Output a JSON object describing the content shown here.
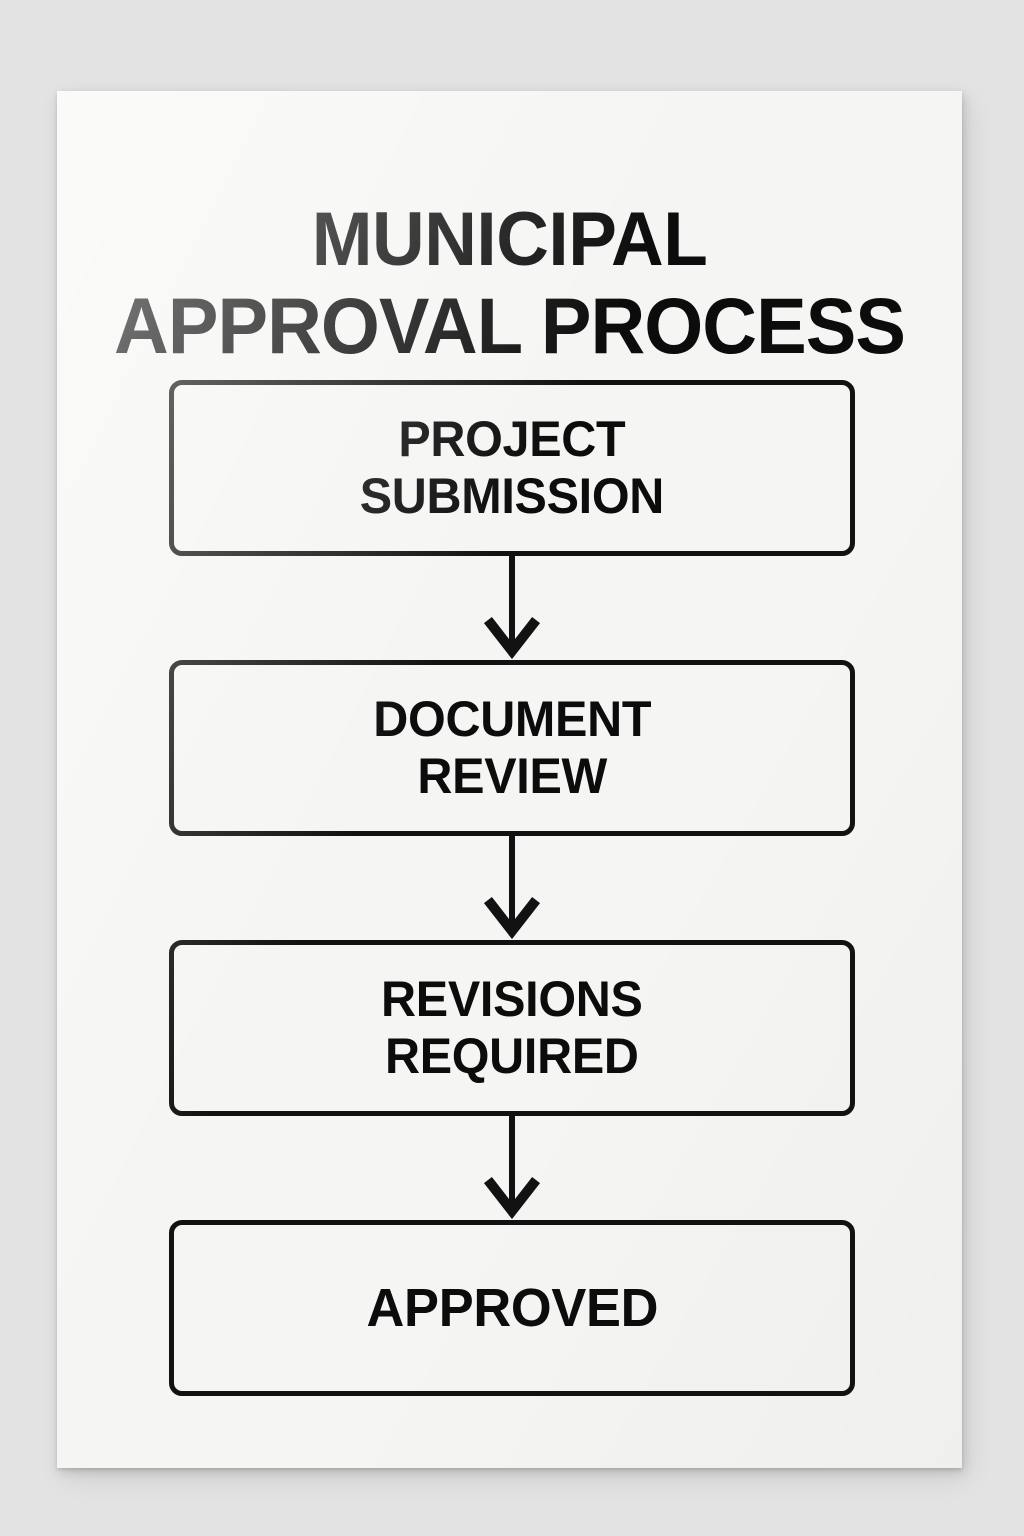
{
  "poster": {
    "title_line_1": "MUNICIPAL",
    "title_line_2": "APPROVAL PROCESS",
    "paper_color": "#f5f5f3",
    "background_color": "#e2e3e2",
    "ink_color": "#0c0c0c",
    "border_color": "#121212"
  },
  "chart_data": {
    "type": "diagram",
    "diagram_type": "flowchart",
    "title": "MUNICIPAL APPROVAL PROCESS",
    "orientation": "vertical-top-to-bottom",
    "node_shape": "rounded-rectangle",
    "connector": "single-headed-down-arrow",
    "nodes": [
      {
        "id": "project-submission",
        "label": "PROJECT\nSUBMISSION",
        "lines": [
          "PROJECT",
          "SUBMISSION"
        ],
        "order": 1
      },
      {
        "id": "document-review",
        "label": "DOCUMENT\nREVIEW",
        "lines": [
          "DOCUMENT",
          "REVIEW"
        ],
        "order": 2
      },
      {
        "id": "revisions-required",
        "label": "REVISIONS\nREQUIRED",
        "lines": [
          "REVISIONS",
          "REQUIRED"
        ],
        "order": 3
      },
      {
        "id": "approved",
        "label": "APPROVED",
        "lines": [
          "APPROVED"
        ],
        "order": 4
      }
    ],
    "edges": [
      {
        "from": "project-submission",
        "to": "document-review",
        "label": ""
      },
      {
        "from": "document-review",
        "to": "revisions-required",
        "label": ""
      },
      {
        "from": "revisions-required",
        "to": "approved",
        "label": ""
      }
    ]
  }
}
